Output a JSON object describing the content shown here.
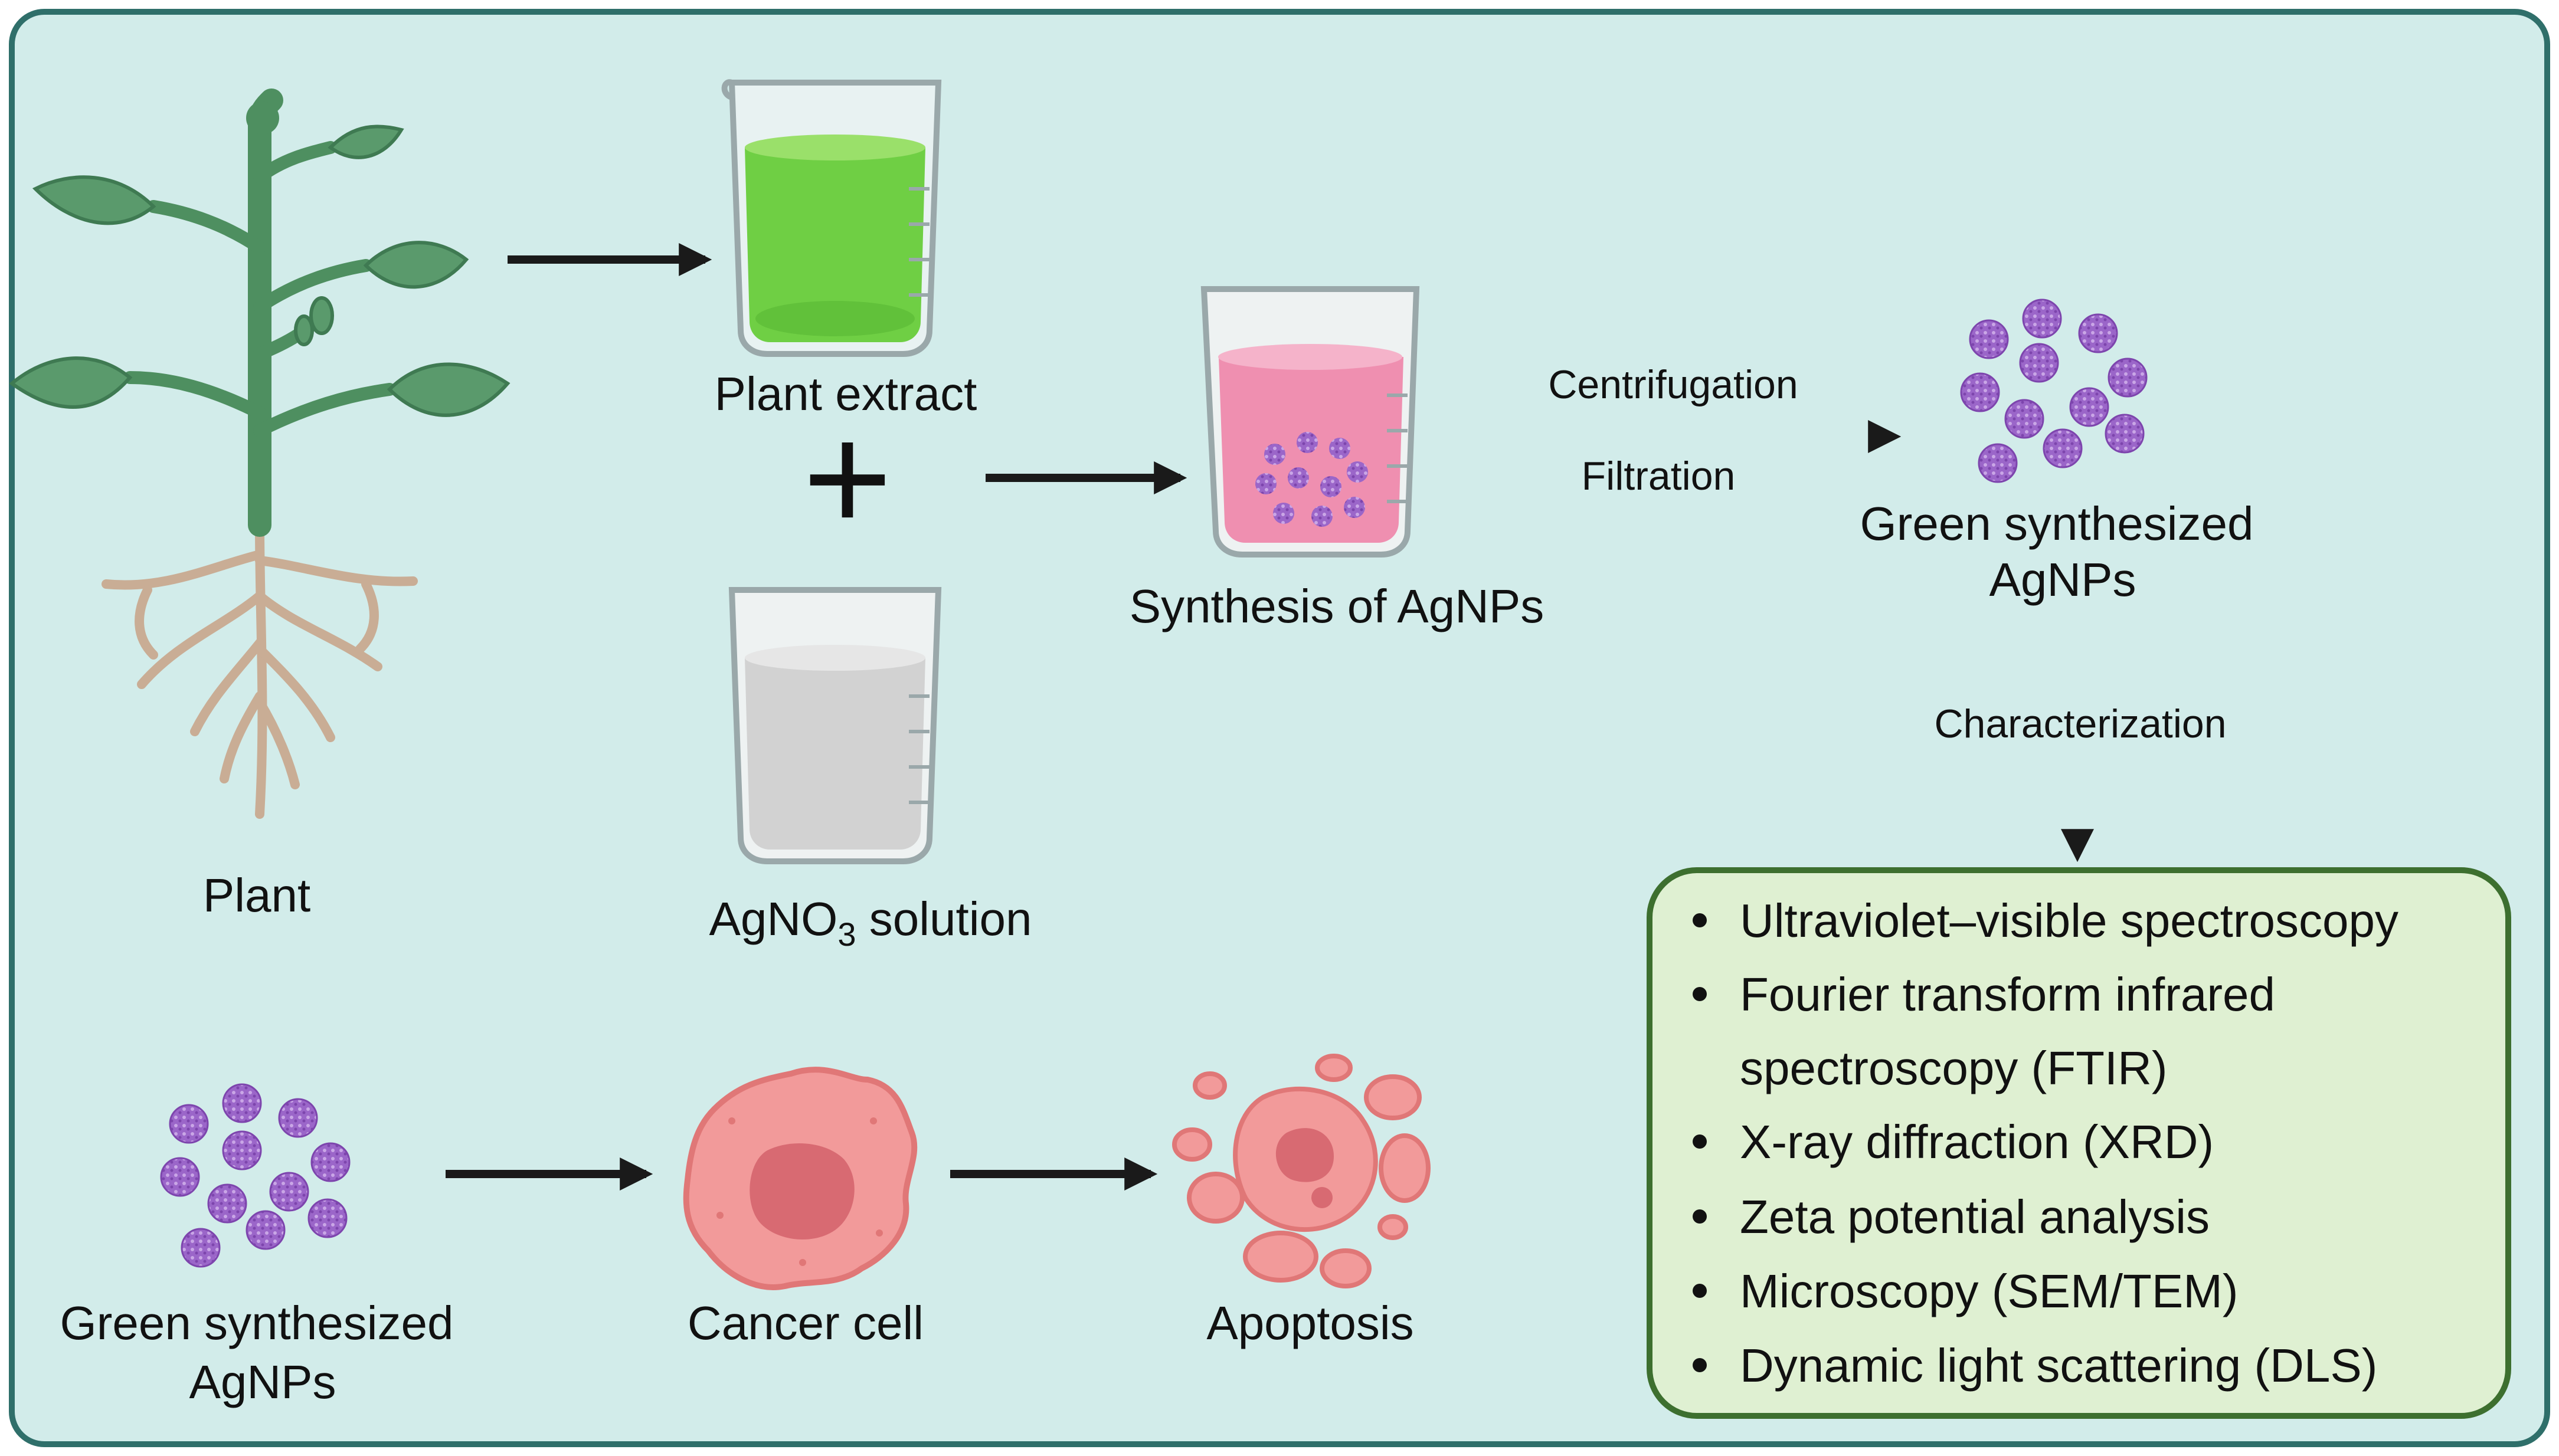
{
  "colors": {
    "background": "#d2ecea",
    "border": "#2f6f6a",
    "box_fill": "#dff0d2",
    "box_border": "#3d6f2f",
    "arrow": "#1a1a1a",
    "extract_liquid": "#6fcf44",
    "salt_liquid": "#d2d2d2",
    "mix_liquid": "#ef8fb0",
    "nanoparticle": "#9b66c9",
    "cell": "#f29a9a",
    "nucleus": "#d86a72"
  },
  "labels": {
    "plant": "Plant",
    "plant_extract": "Plant extract",
    "agno3_main": "AgNO",
    "agno3_sub": "3",
    "agno3_rest": " solution",
    "synthesis": "Synthesis of AgNPs",
    "green_line1": "Green synthesized",
    "green_line2": "AgNPs",
    "centrifugation": "Centrifugation",
    "filtration": "Filtration",
    "characterization": "Characterization",
    "cancer_cell": "Cancer cell",
    "apoptosis": "Apoptosis",
    "plus": "+"
  },
  "characterization_list": {
    "item1": "Ultraviolet–visible spectroscopy",
    "item2a": "Fourier transform infrared",
    "item2b": "spectroscopy (FTIR)",
    "item3": "X-ray diffraction (XRD)",
    "item4": "Zeta potential analysis",
    "item5": "Microscopy (SEM/TEM)",
    "item6": "Dynamic light scattering (DLS)"
  },
  "icons": {
    "plant": "plant-icon",
    "beaker": "beaker-icon",
    "nanoparticles": "nanoparticle-cluster-icon",
    "cancer_cell": "cancer-cell-icon",
    "apoptosis": "apoptotic-cell-icon"
  }
}
